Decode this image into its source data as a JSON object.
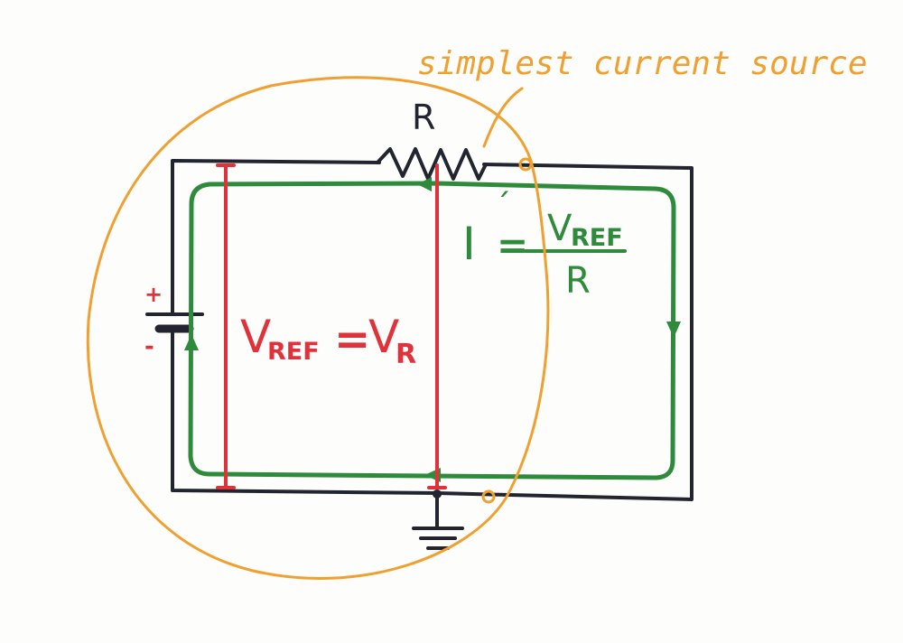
{
  "labels": {
    "annotation": "simplest current source",
    "resistor": "R",
    "battery_plus": "+",
    "battery_minus": "-",
    "vref_symbol": "V",
    "vref_sub": "REF",
    "equals": "=",
    "vr_symbol": "V",
    "vr_sub": "R",
    "current_symbol": "I",
    "current_prime": "´",
    "current_equals": "=",
    "fraction_num_symbol": "V",
    "fraction_num_sub": "REF",
    "fraction_den": "R"
  },
  "colors": {
    "wire": "#22252f",
    "red": "#e0323a",
    "green": "#2e8b3c",
    "orange": "#f0a030",
    "paper": "#fdfdfc"
  }
}
